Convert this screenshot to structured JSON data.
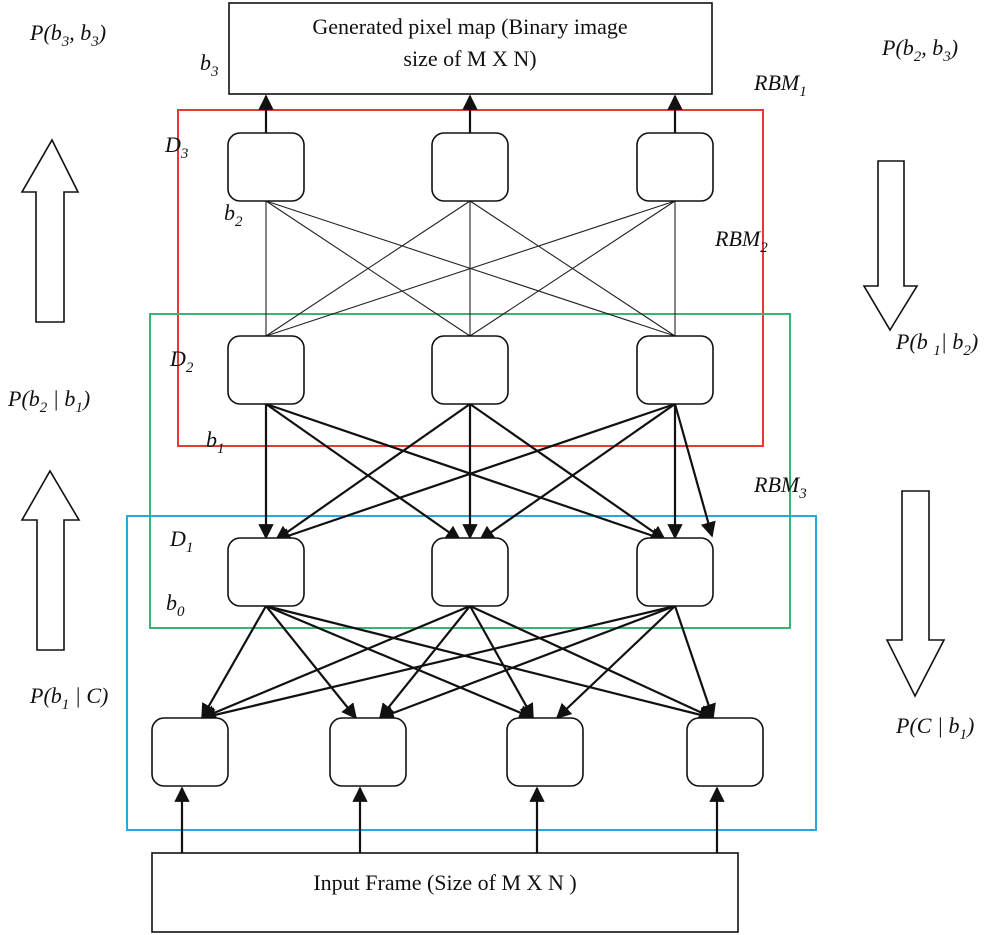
{
  "top_box": {
    "line1": "Generated pixel map (Binary image",
    "line2": "size of M X N)"
  },
  "bottom_box": {
    "label": "Input Frame (Size of M X N )"
  },
  "rbm_labels": [
    {
      "name": "RBM",
      "sub": "1",
      "color": "#e53935"
    },
    {
      "name": "RBM",
      "sub": "2",
      "color": "#3bb273"
    },
    {
      "name": "RBM",
      "sub": "3",
      "color": "#29a8e0"
    }
  ],
  "layer_labels": {
    "D3": {
      "name": "D",
      "sub": "3"
    },
    "D2": {
      "name": "D",
      "sub": "2"
    },
    "D1": {
      "name": "D",
      "sub": "1"
    },
    "b3": {
      "name": "b",
      "sub": "3"
    },
    "b2": {
      "name": "b",
      "sub": "2"
    },
    "b1": {
      "name": "b",
      "sub": "1"
    },
    "b0": {
      "name": "b",
      "sub": "0"
    }
  },
  "probabilities": {
    "top_left": "P(b3, b3)",
    "top_right": "P(b2, b3)",
    "mid_left": "P(b2 | b1)",
    "mid_right": "P(b 1| b2)",
    "bottom_left": "P(b1 | C)",
    "bottom_right": "P(C | b1)"
  },
  "network": {
    "layer_counts": [
      4,
      3,
      3,
      3
    ]
  }
}
